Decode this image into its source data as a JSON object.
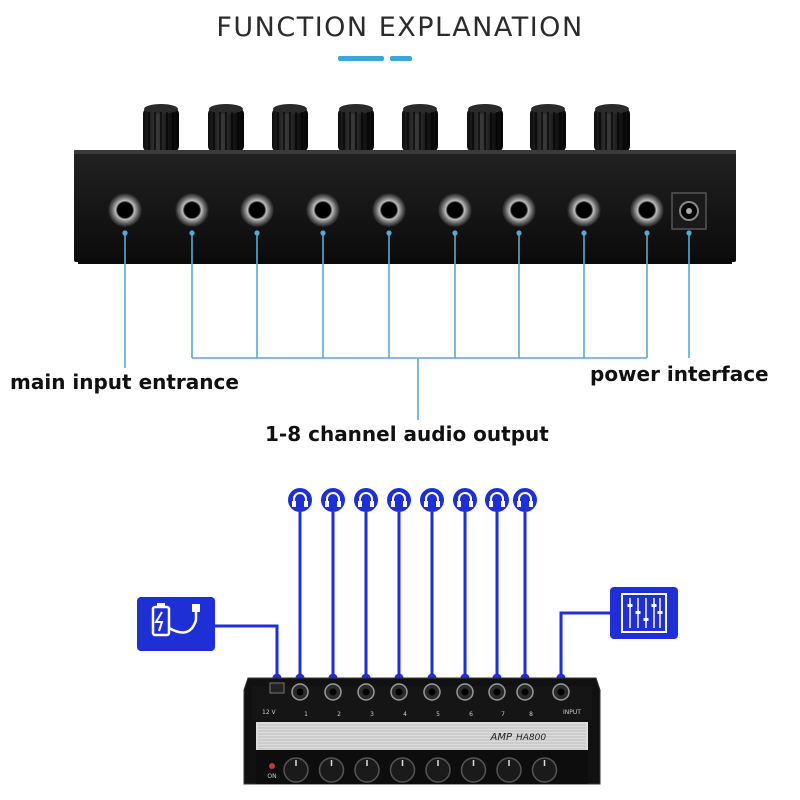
{
  "header": {
    "title": "FUNCTION EXPLANATION"
  },
  "labels": {
    "main_input": "main input entrance",
    "power": "power interface",
    "output": "1-8 channel audio output"
  },
  "device": {
    "brand": "AMP",
    "model": "HA800",
    "voltage": "12 V",
    "power_switch": "ON",
    "input_label": "INPUT",
    "channel_numbers": [
      "1",
      "2",
      "3",
      "4",
      "5",
      "6",
      "7",
      "8"
    ]
  },
  "colors": {
    "accent": "#3aa6dc",
    "callout_line": "#5aa8d6",
    "diagram_blue": "#1f2fd6"
  },
  "icons": {
    "headphone": "headphone-icon",
    "power": "battery-plug-icon",
    "mixer": "mixer-icon"
  }
}
